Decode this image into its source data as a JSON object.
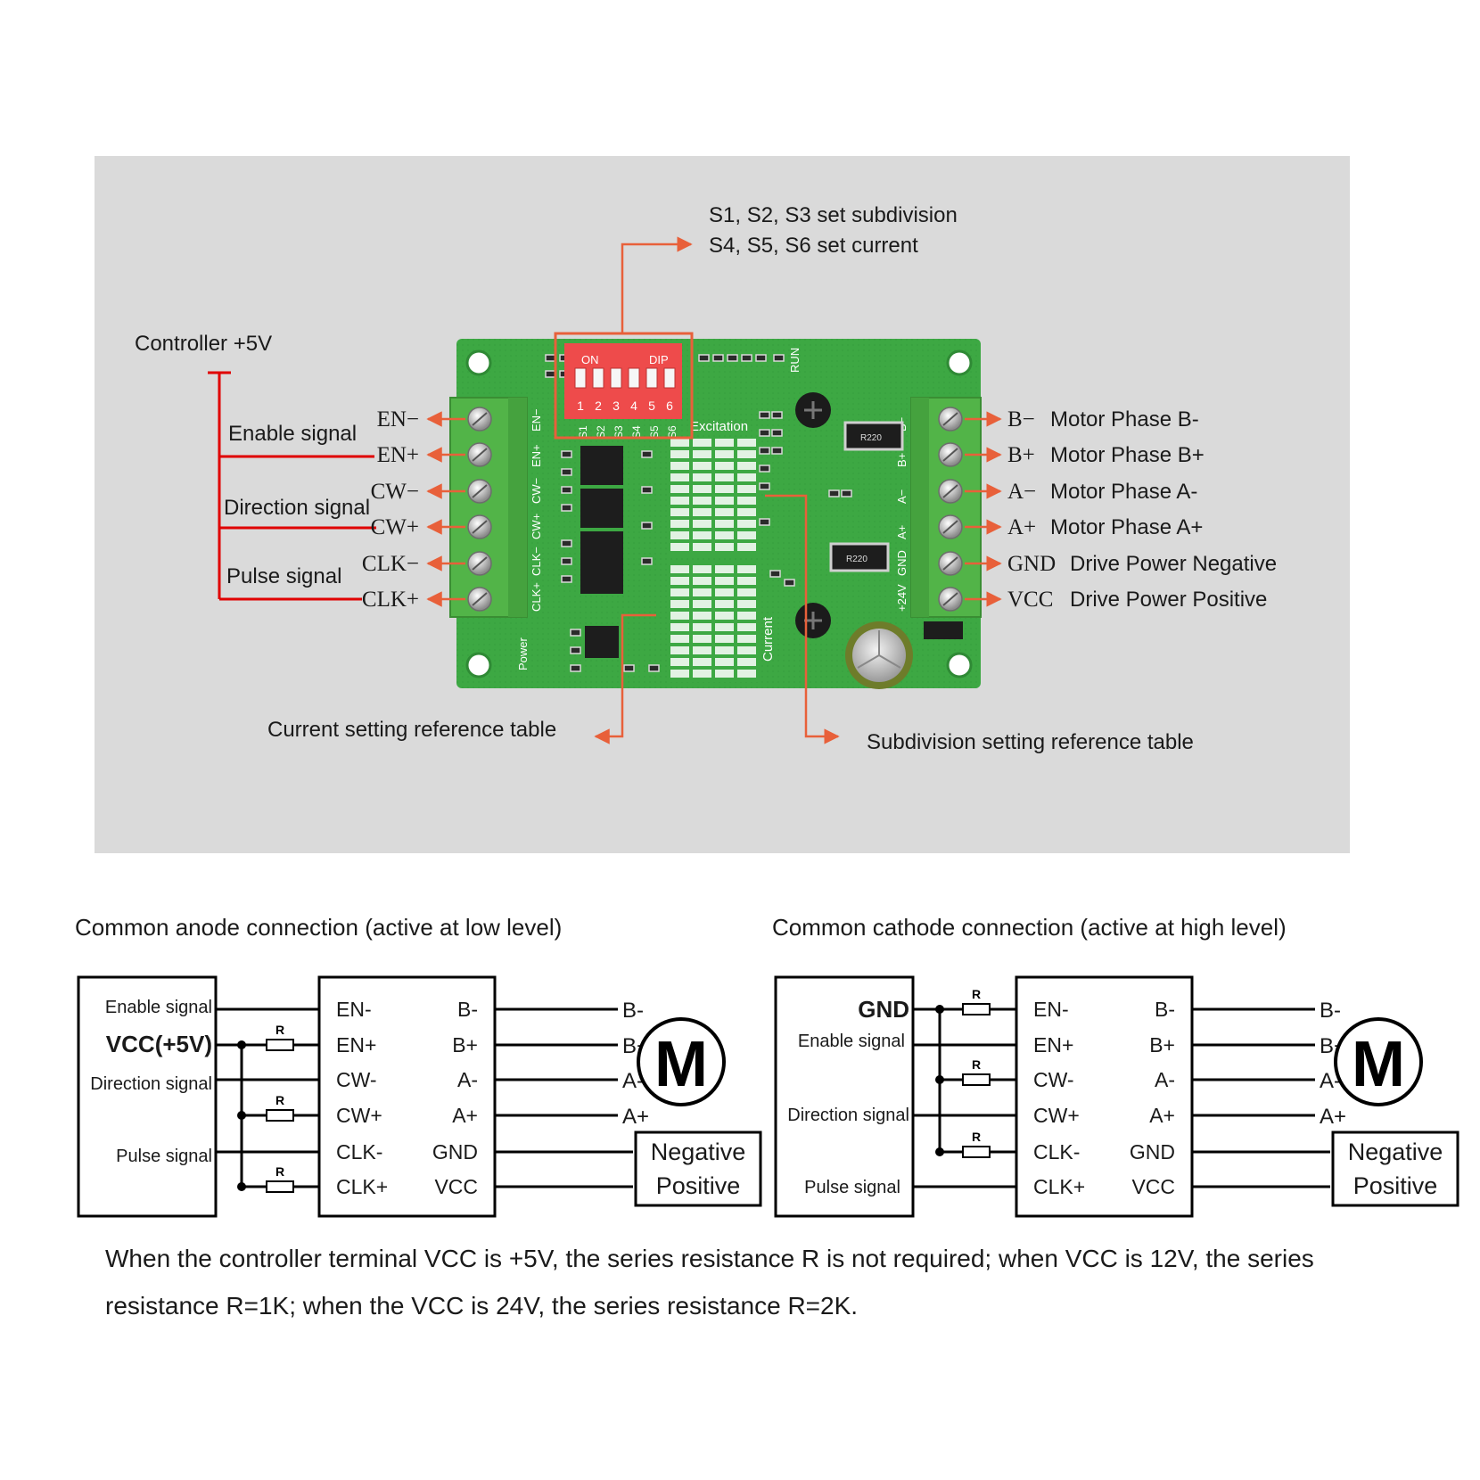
{
  "photo": {
    "dip_callout": [
      "S1, S2, S3 set subdivision",
      "S4, S5, S6 set current"
    ],
    "controller_label": "Controller +5V",
    "signal_labels": [
      "Enable signal",
      "Direction signal",
      "Pulse signal"
    ],
    "left_terminals": [
      "EN−",
      "EN+",
      "CW−",
      "CW+",
      "CLK−",
      "CLK+"
    ],
    "right_terminals": [
      {
        "pin": "B−",
        "desc": "Motor Phase B-"
      },
      {
        "pin": "B+",
        "desc": "Motor Phase B+"
      },
      {
        "pin": "A−",
        "desc": "Motor Phase A-"
      },
      {
        "pin": "A+",
        "desc": "Motor Phase A+"
      },
      {
        "pin": "GND",
        "desc": "Drive Power Negative"
      },
      {
        "pin": "VCC",
        "desc": "Drive Power Positive"
      }
    ],
    "current_table_label": "Current setting reference table",
    "subdivision_table_label": "Subdivision setting reference table",
    "board": {
      "dip_on": "ON",
      "dip_brand": "DIP",
      "dip_numbers": [
        "1",
        "2",
        "3",
        "4",
        "5",
        "6"
      ],
      "excitation_label": "Excitation",
      "current_label": "Current",
      "power_label": "Power",
      "run_label": "RUN",
      "resistor_marking": "R220",
      "header_switches": [
        "S1",
        "S2",
        "S3",
        "S4",
        "S5",
        "S6"
      ],
      "left_silk": [
        "EN−",
        "EN+",
        "CW−",
        "CW+",
        "CLK−",
        "CLK+"
      ],
      "right_silk": [
        "B−",
        "B+",
        "A−",
        "A+",
        "GND",
        "+24V"
      ]
    },
    "colors": {
      "callout_line": "#e8603a",
      "wire": "#e00000",
      "pcb": "#3da843",
      "terminal": "#52b448",
      "dip": "#ee4b4b",
      "photo_bg": "#dadada"
    }
  },
  "diagram_left": {
    "title": "Common anode connection (active at low level)",
    "controller": {
      "enable": "Enable signal",
      "vcc": "VCC(+5V)",
      "direction": "Direction signal",
      "pulse": "Pulse signal"
    },
    "resistor": "R",
    "driver_left": [
      "EN-",
      "EN+",
      "CW-",
      "CW+",
      "CLK-",
      "CLK+"
    ],
    "driver_right": [
      "B-",
      "B+",
      "A-",
      "A+",
      "GND",
      "VCC"
    ],
    "motor_pins": [
      "B-",
      "B+",
      "A-",
      "A+"
    ],
    "motor": "M",
    "power": [
      "Negative",
      "Positive"
    ]
  },
  "diagram_right": {
    "title": "Common cathode connection (active at high level)",
    "controller": {
      "gnd": "GND",
      "enable": "Enable signal",
      "direction": "Direction signal",
      "pulse": "Pulse signal"
    },
    "resistor": "R",
    "driver_left": [
      "EN-",
      "EN+",
      "CW-",
      "CW+",
      "CLK-",
      "CLK+"
    ],
    "driver_right": [
      "B-",
      "B+",
      "A-",
      "A+",
      "GND",
      "VCC"
    ],
    "motor_pins": [
      "B-",
      "B+",
      "A-",
      "A+"
    ],
    "motor": "M",
    "power": [
      "Negative",
      "Positive"
    ]
  },
  "note": {
    "line1": "When the controller terminal VCC is +5V, the series resistance R is not required; when VCC is 12V, the series",
    "line2": "resistance R=1K; when the VCC is 24V, the series resistance R=2K."
  }
}
